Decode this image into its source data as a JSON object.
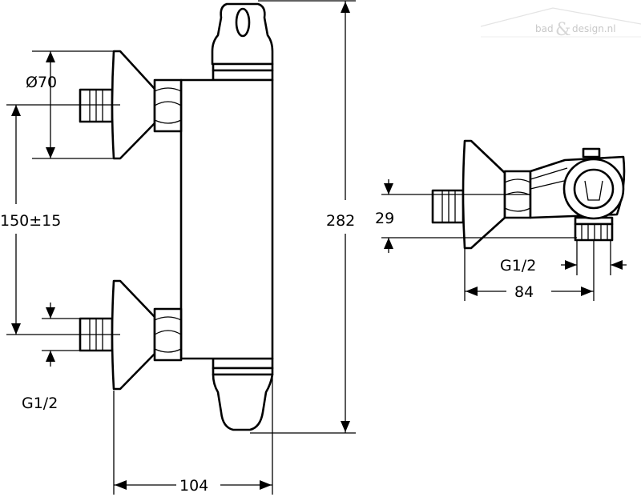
{
  "watermark": {
    "brand_left": "bad",
    "brand_amp": "&",
    "brand_right": "design.nl"
  },
  "front_view": {
    "dim_diameter": "Ø70",
    "dim_centres": "150±15",
    "dim_height": "282",
    "dim_width": "104",
    "dim_thread": "G1/2"
  },
  "side_view": {
    "dim_offset": "29",
    "dim_depth": "84",
    "dim_thread": "G1/2"
  }
}
